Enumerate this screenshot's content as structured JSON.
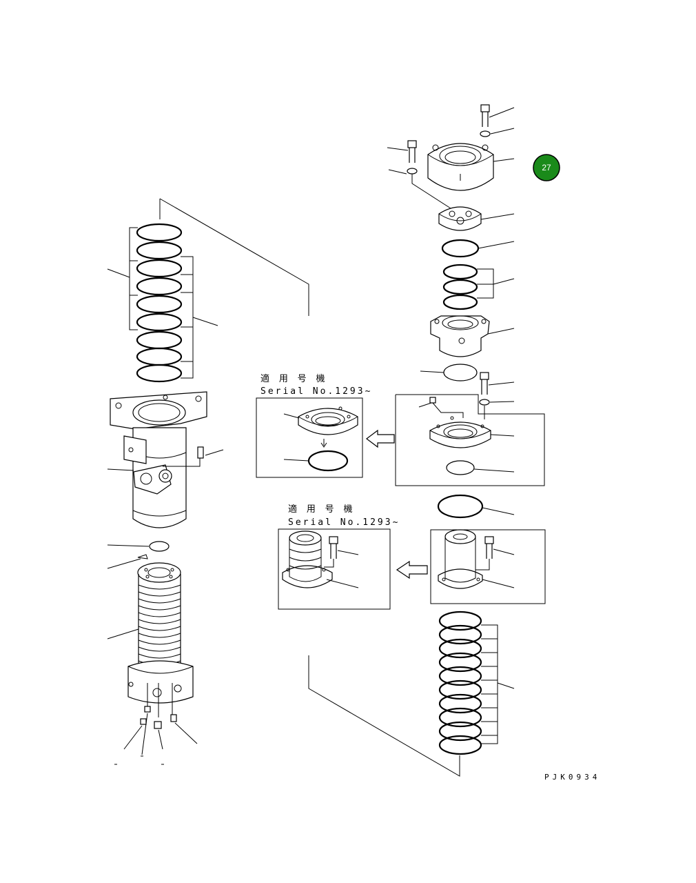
{
  "badge": {
    "number": "27",
    "color": "#1a8a1a"
  },
  "insets": [
    {
      "line1": "適 用 号 機",
      "line2": "Serial No.1293~"
    },
    {
      "line1": "適 用 号 機",
      "line2": "Serial No.1293~"
    }
  ],
  "drawing_code": "PJK0934"
}
